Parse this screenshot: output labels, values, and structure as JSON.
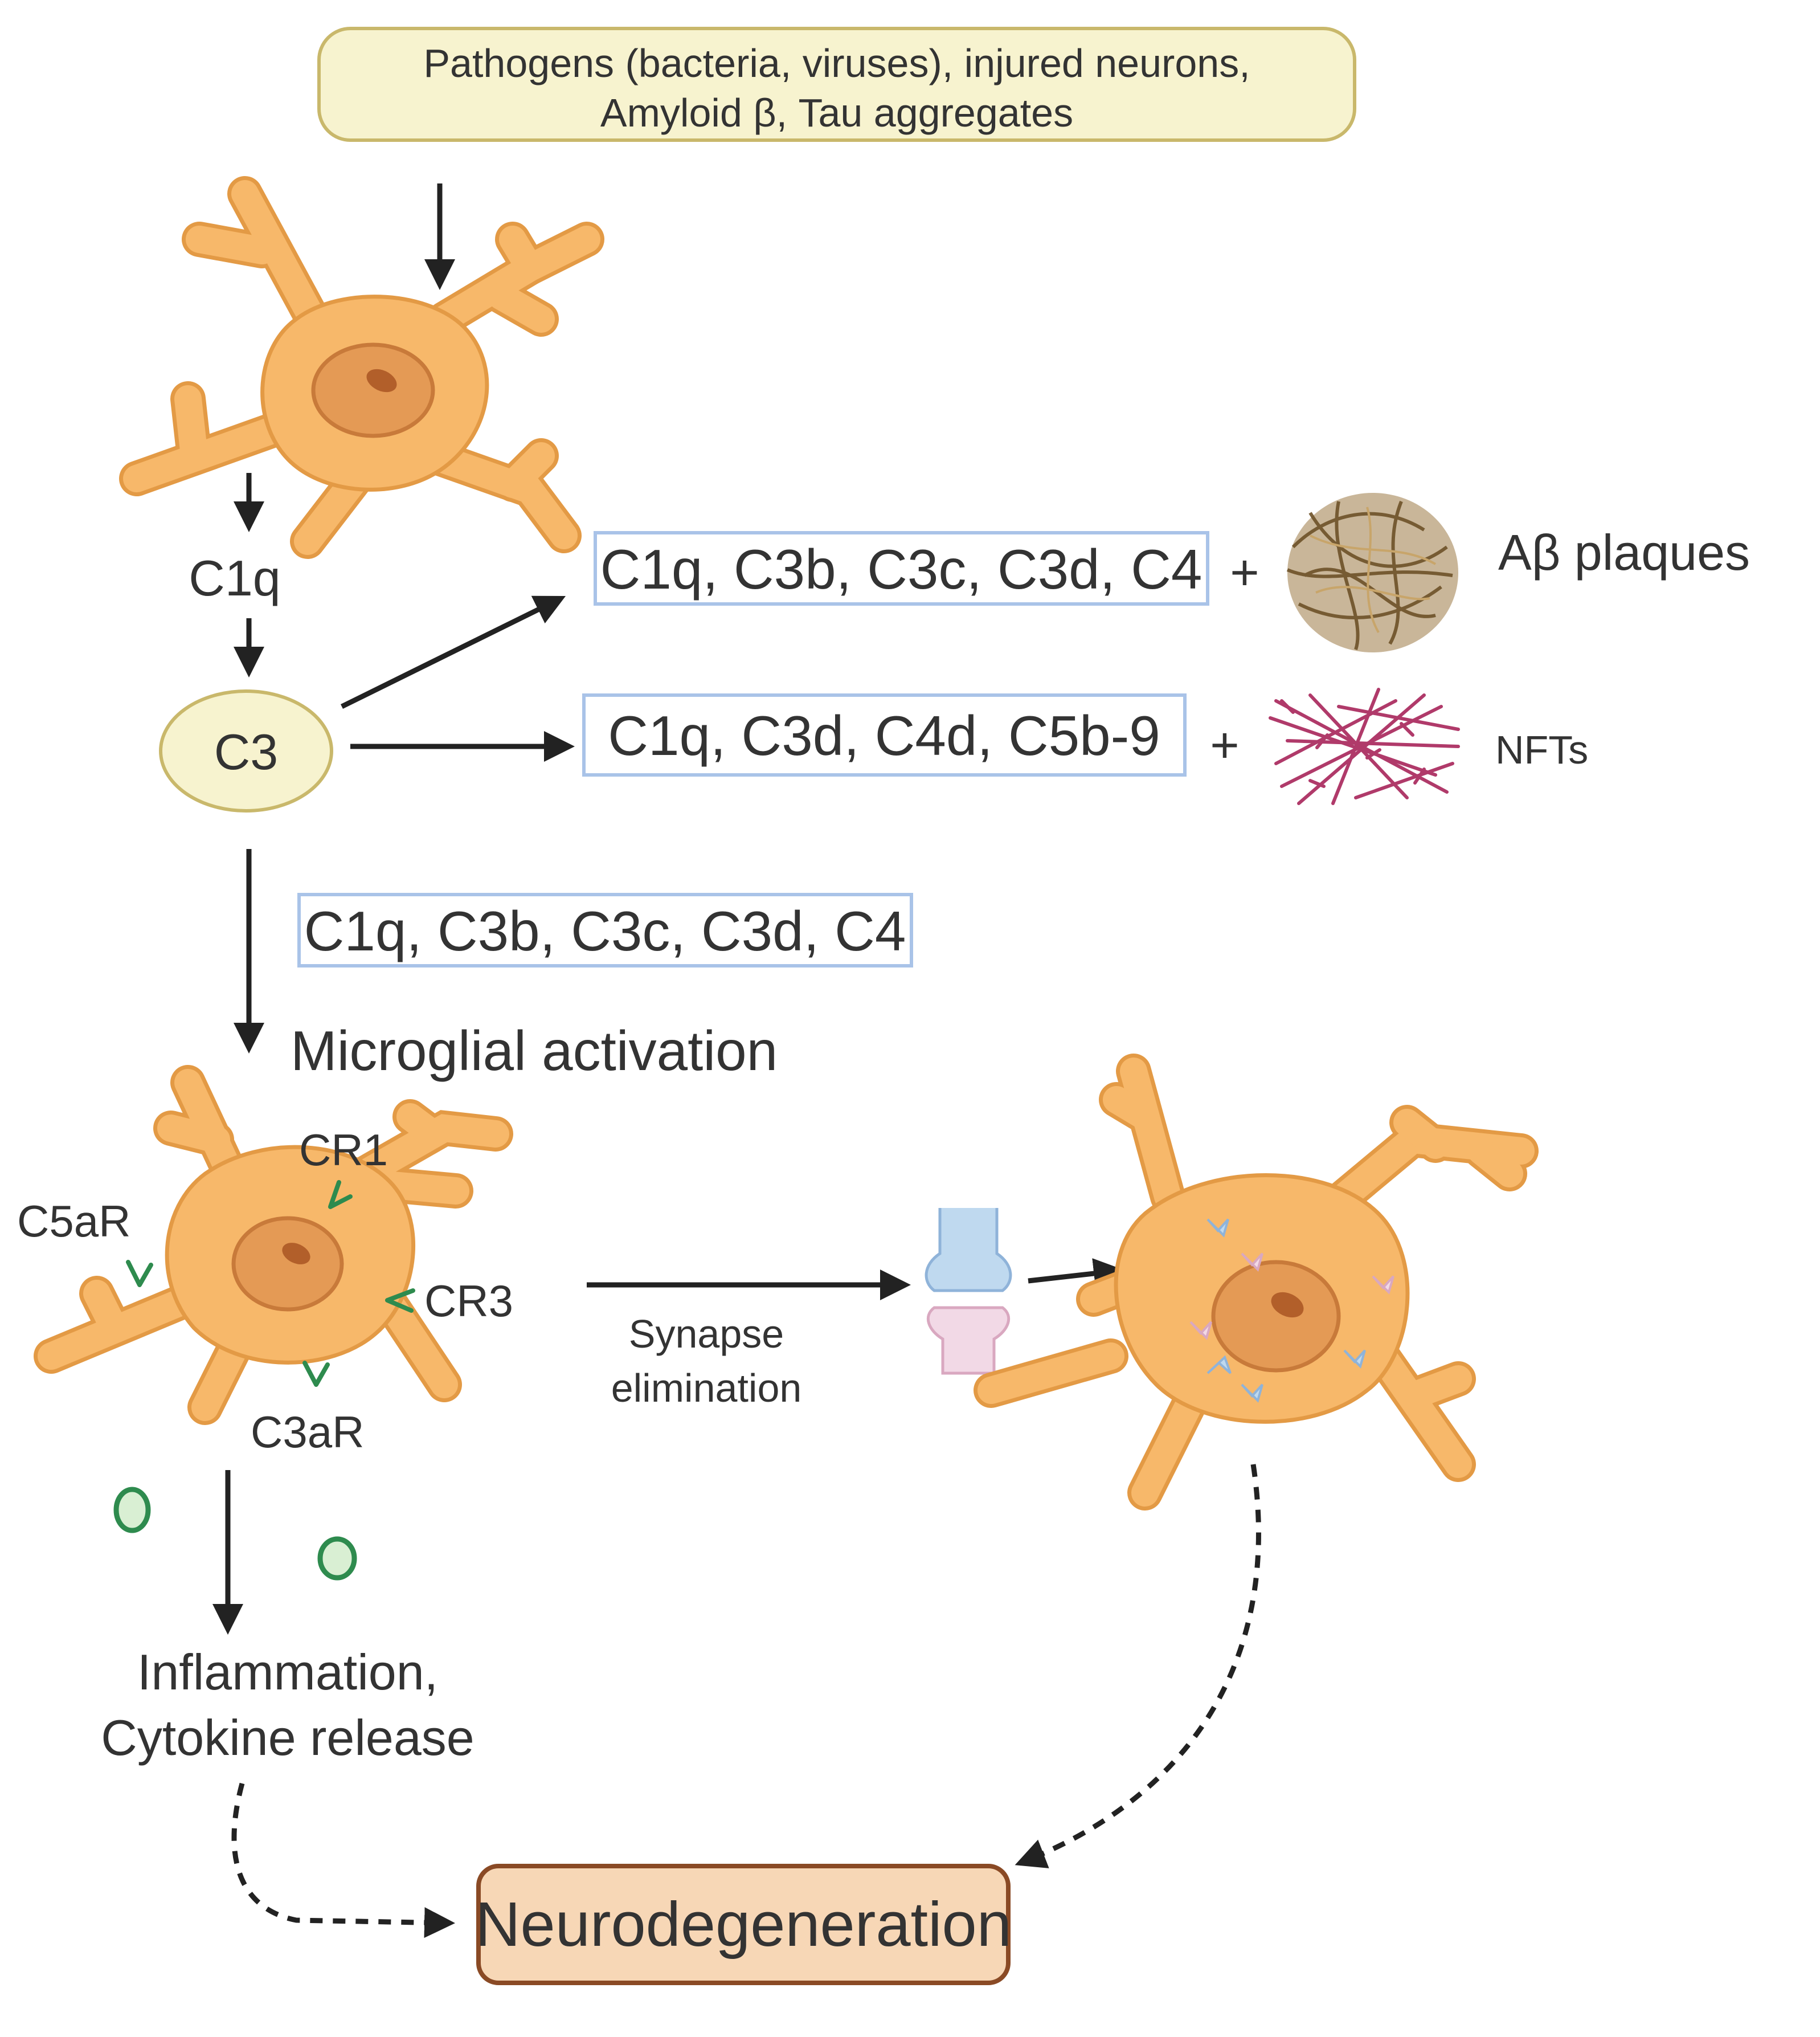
{
  "colors": {
    "cell_fill": "#F7B86A",
    "cell_outline": "#E39A45",
    "nucleus": "#E49A55",
    "trigger_box_fill": "#F7F3CF",
    "c3_fill": "#F7F3CF",
    "protein_box_border": "#A9C3E8",
    "neuro_box_fill": "#F7D7B6",
    "neuro_box_border": "#8A4A25",
    "receptor_green": "#2E8B4E",
    "plaque_brown": "#8B6A3A",
    "nft_magenta": "#B03A6A",
    "synapse_blue": "#BFD9EF",
    "synapse_pink": "#F2D9E6"
  },
  "trigger": {
    "line1": "Pathogens (bacteria, viruses), injured neurons,",
    "line2": "Amyloid β, Tau aggregates"
  },
  "pathway": {
    "c1q": "C1q",
    "c3": "C3"
  },
  "deposits": {
    "plaque_markers": "C1q, C3b, C3c, C3d, C4",
    "plaque_plus": "+",
    "plaque_label": "Aβ plaques",
    "nft_markers": "C1q, C3d, C4d, C5b-9",
    "nft_plus": "+",
    "nft_label": "NFTs"
  },
  "microglia": {
    "markers": "C1q, C3b, C3c, C3d, C4",
    "activation": "Microglial activation",
    "receptors": {
      "cr1": "CR1",
      "c5ar": "C5aR",
      "cr3": "CR3",
      "c3ar": "C3aR"
    }
  },
  "synapse": {
    "line1": "Synapse",
    "line2": "elimination"
  },
  "inflammation": {
    "line1": "Inflammation,",
    "line2": "Cytokine release"
  },
  "outcome": {
    "label": "Neurodegeneration"
  }
}
